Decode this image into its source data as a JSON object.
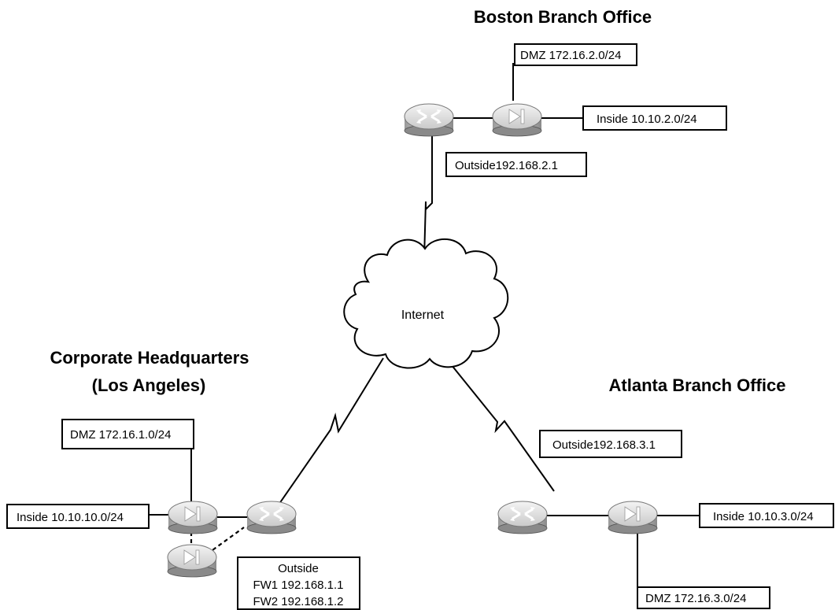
{
  "sites": {
    "boston": {
      "title": "Boston Branch Office"
    },
    "hq": {
      "title_line1": "Corporate Headquarters",
      "title_line2": "(Los Angeles)"
    },
    "atlanta": {
      "title": "Atlanta Branch Office"
    }
  },
  "cloud": {
    "label": "Internet"
  },
  "labels": {
    "boston_dmz": "DMZ 172.16.2.0/24",
    "boston_inside": "Inside 10.10.2.0/24",
    "boston_outside": "Outside192.168.2.1",
    "hq_dmz": "DMZ 172.16.1.0/24",
    "hq_inside": "Inside 10.10.10.0/24",
    "hq_outside_line1": "Outside",
    "hq_outside_line2": "FW1 192.168.1.1",
    "hq_outside_line3": "FW2 192.168.1.2",
    "atlanta_outside": "Outside192.168.3.1",
    "atlanta_inside": "Inside 10.10.3.0/24",
    "atlanta_dmz": "DMZ 172.16.3.0/24"
  },
  "devices": [
    {
      "id": "boston-router",
      "kind": "router-icon"
    },
    {
      "id": "boston-firewall",
      "kind": "firewall-icon"
    },
    {
      "id": "hq-firewall-primary",
      "kind": "firewall-icon"
    },
    {
      "id": "hq-firewall-standby",
      "kind": "firewall-icon"
    },
    {
      "id": "hq-router",
      "kind": "router-icon"
    },
    {
      "id": "atlanta-router",
      "kind": "router-icon"
    },
    {
      "id": "atlanta-firewall",
      "kind": "firewall-icon"
    }
  ]
}
